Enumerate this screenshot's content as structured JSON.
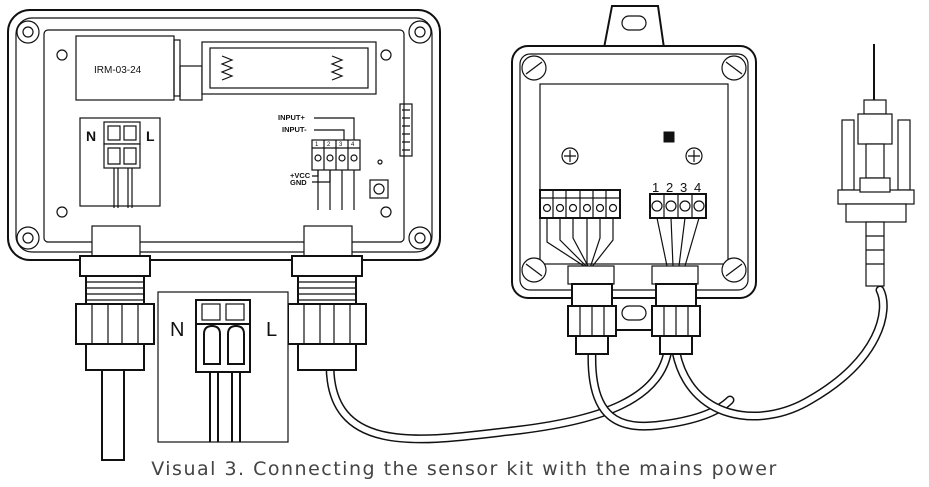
{
  "caption": "Visual 3. Connecting the sensor kit with the mains power",
  "labels": {
    "module_label": "IRM-03-24",
    "n_small": "N",
    "l_small": "L",
    "input_plus": "INPUT+",
    "input_minus": "INPUT-",
    "vcc": "+VCC",
    "gnd": "GND",
    "term_numbers_small": [
      "1",
      "2",
      "3",
      "4"
    ],
    "n_inset": "N",
    "l_inset": "L",
    "term_numbers_right": [
      "1",
      "2",
      "3",
      "4"
    ]
  }
}
